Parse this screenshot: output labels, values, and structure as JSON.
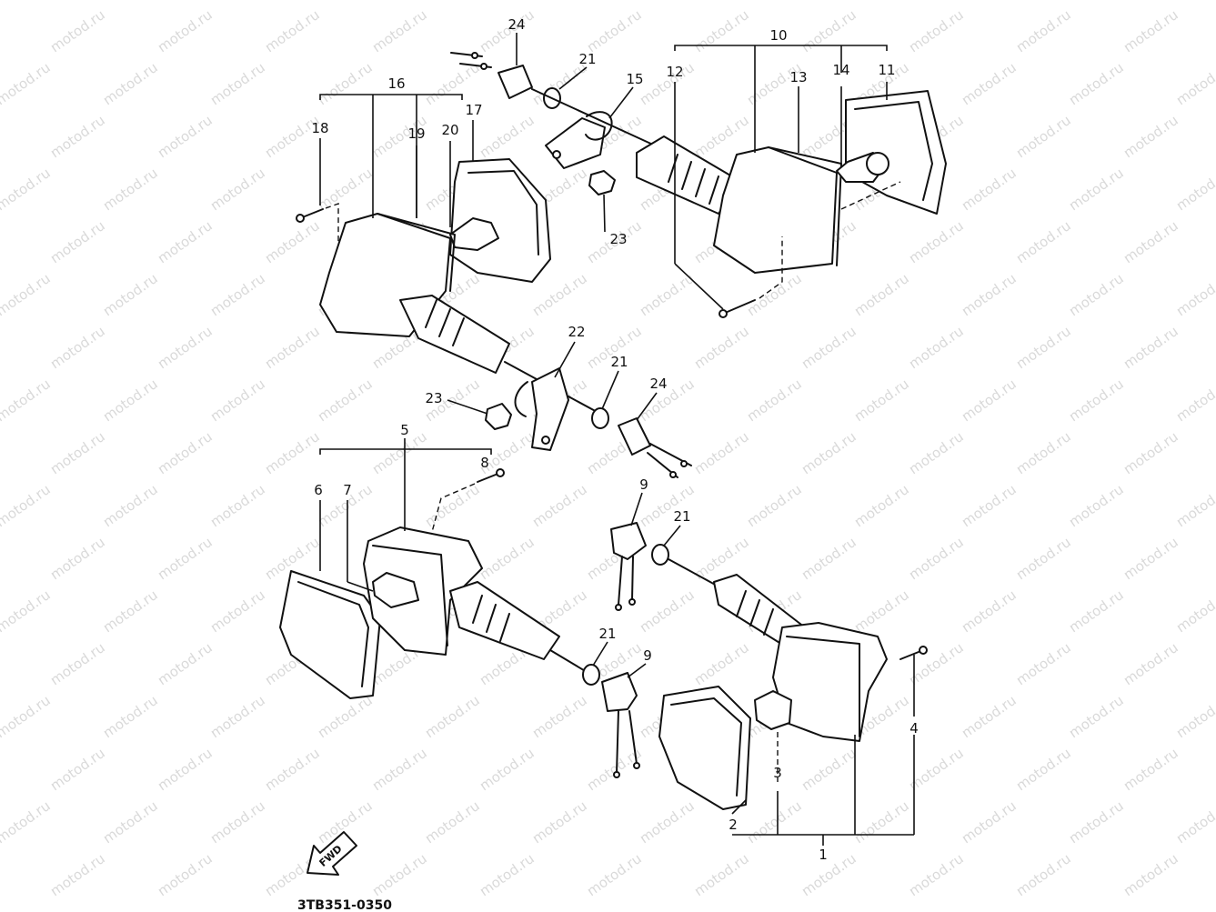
{
  "watermark": "motod.ru",
  "diagram_code": "3TB351-0350",
  "fwd_label": "FWD",
  "callouts": [
    {
      "id": "c24a",
      "text": "24"
    },
    {
      "id": "c21a",
      "text": "21"
    },
    {
      "id": "c15",
      "text": "15"
    },
    {
      "id": "c10",
      "text": "10"
    },
    {
      "id": "c12",
      "text": "12"
    },
    {
      "id": "c13",
      "text": "13"
    },
    {
      "id": "c14",
      "text": "14"
    },
    {
      "id": "c11",
      "text": "11"
    },
    {
      "id": "c16",
      "text": "16"
    },
    {
      "id": "c18",
      "text": "18"
    },
    {
      "id": "c19",
      "text": "19"
    },
    {
      "id": "c20",
      "text": "20"
    },
    {
      "id": "c17",
      "text": "17"
    },
    {
      "id": "c23a",
      "text": "23"
    },
    {
      "id": "c22",
      "text": "22"
    },
    {
      "id": "c21b",
      "text": "21"
    },
    {
      "id": "c24b",
      "text": "24"
    },
    {
      "id": "c23b",
      "text": "23"
    },
    {
      "id": "c5",
      "text": "5"
    },
    {
      "id": "c6",
      "text": "6"
    },
    {
      "id": "c7",
      "text": "7"
    },
    {
      "id": "c8",
      "text": "8"
    },
    {
      "id": "c9a",
      "text": "9"
    },
    {
      "id": "c21c",
      "text": "21"
    },
    {
      "id": "c21d",
      "text": "21"
    },
    {
      "id": "c9b",
      "text": "9"
    },
    {
      "id": "c4",
      "text": "4"
    },
    {
      "id": "c3",
      "text": "3"
    },
    {
      "id": "c2",
      "text": "2"
    },
    {
      "id": "c1",
      "text": "1"
    }
  ]
}
